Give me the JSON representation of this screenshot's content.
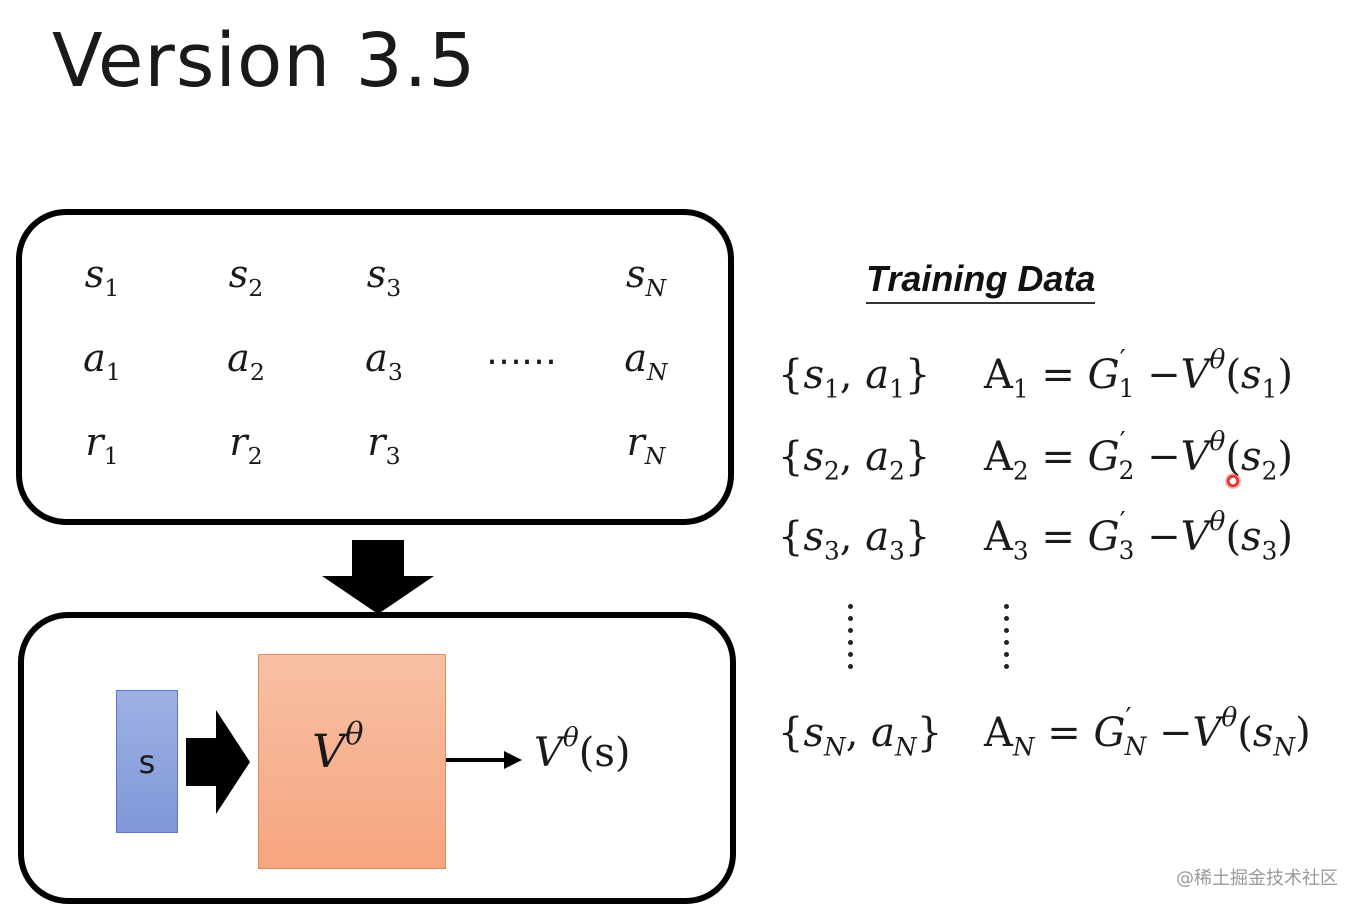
{
  "title": "Version 3.5",
  "trajectory": {
    "s": [
      {
        "base": "s",
        "sub": "1"
      },
      {
        "base": "s",
        "sub": "2"
      },
      {
        "base": "s",
        "sub": "3"
      },
      {
        "base": "s",
        "sub": "N"
      }
    ],
    "a": [
      {
        "base": "a",
        "sub": "1"
      },
      {
        "base": "a",
        "sub": "2"
      },
      {
        "base": "a",
        "sub": "3"
      },
      {
        "base": "a",
        "sub": "N"
      }
    ],
    "r": [
      {
        "base": "r",
        "sub": "1"
      },
      {
        "base": "r",
        "sub": "2"
      },
      {
        "base": "r",
        "sub": "3"
      },
      {
        "base": "r",
        "sub": "N"
      }
    ],
    "ellipsis": "……"
  },
  "network": {
    "input_label": "s",
    "model_base": "V",
    "model_sup": "θ",
    "output_base": "V",
    "output_sup": "θ",
    "output_arg": "(s)"
  },
  "training_data": {
    "title": "Training Data",
    "rows": [
      {
        "i": "1",
        "A": "A",
        "G": "G",
        "prime": "′"
      },
      {
        "i": "2",
        "A": "A",
        "G": "G",
        "prime": "′"
      },
      {
        "i": "3",
        "A": "A",
        "G": "G",
        "prime": "′"
      },
      {
        "i": "N",
        "A": "A",
        "G": "G",
        "prime": "′"
      }
    ],
    "theta": "θ"
  },
  "watermark": "@稀土掘金技术社区"
}
